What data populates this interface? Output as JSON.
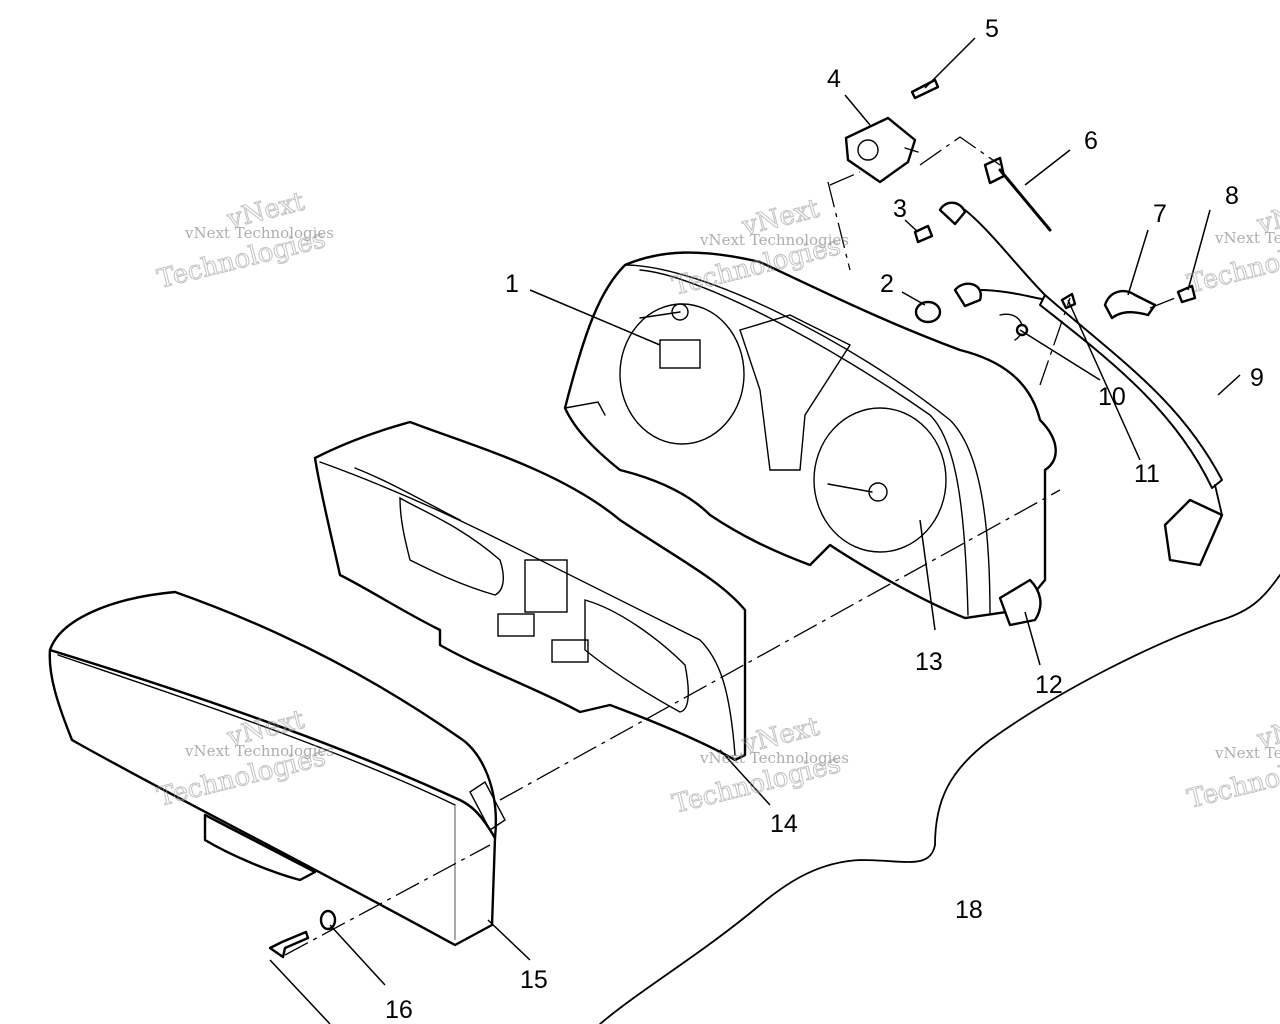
{
  "diagram": {
    "callouts": [
      "1",
      "2",
      "3",
      "4",
      "5",
      "6",
      "7",
      "8",
      "9",
      "10",
      "11",
      "12",
      "13",
      "14",
      "15",
      "16",
      "18"
    ],
    "watermark": {
      "line1": "vNext Technologies",
      "line2": "vNext",
      "line3": "Technologies"
    }
  }
}
